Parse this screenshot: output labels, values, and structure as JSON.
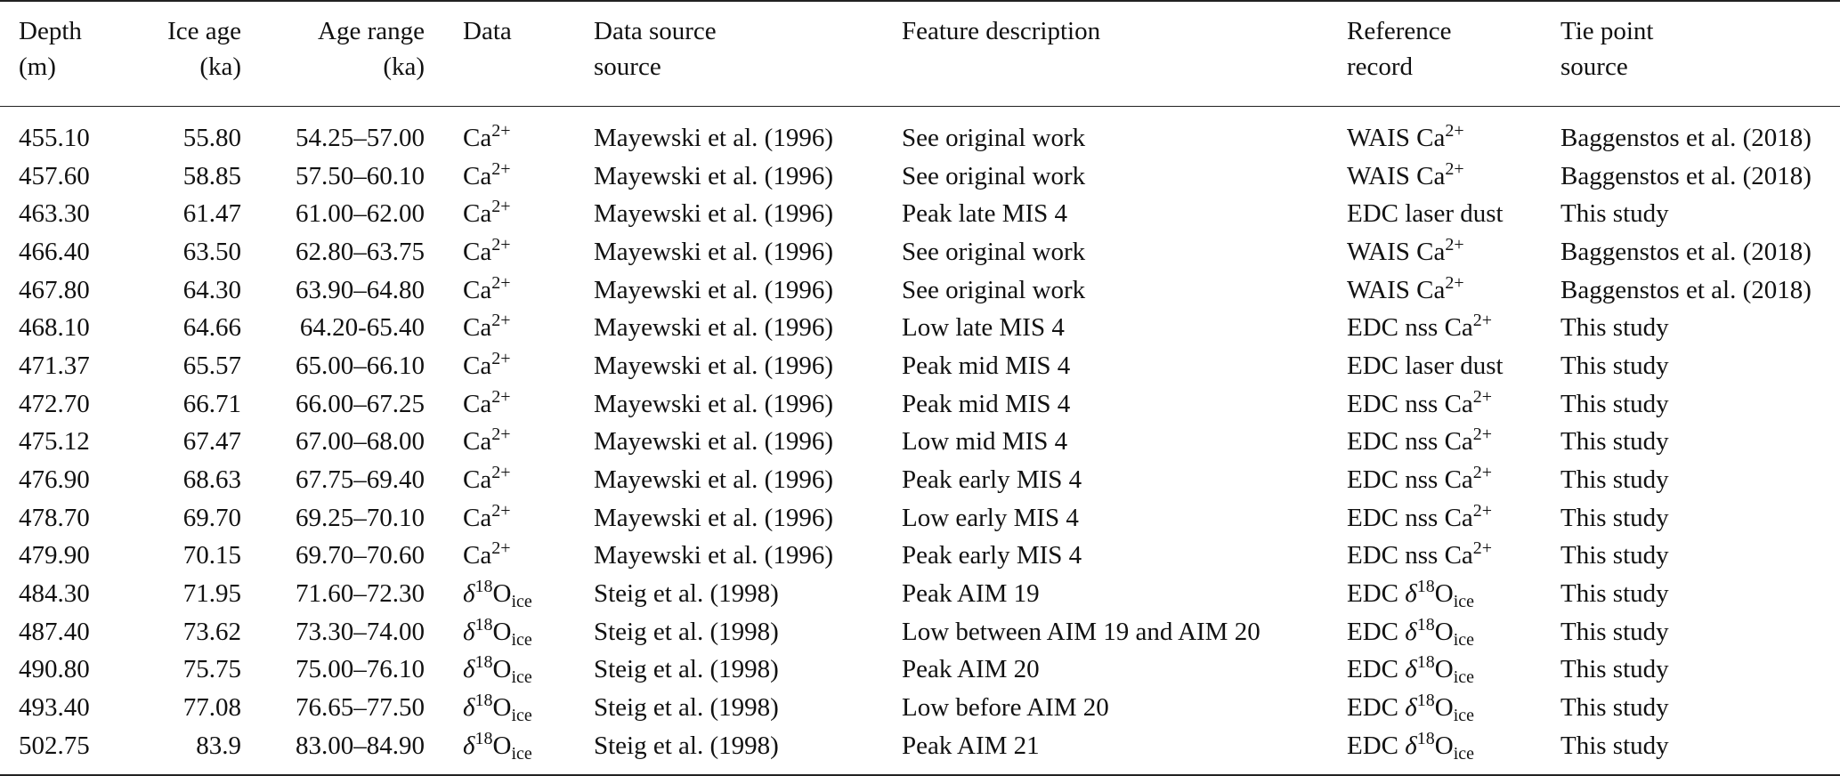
{
  "headers": {
    "depth": [
      "Depth",
      "(m)"
    ],
    "ice_age": [
      "Ice age",
      "(ka)"
    ],
    "age_range": [
      "Age range",
      "(ka)"
    ],
    "data": [
      "Data",
      ""
    ],
    "data_source": [
      "Data source",
      "source"
    ],
    "feature": [
      "Feature description",
      ""
    ],
    "reference": [
      "Reference",
      "record"
    ],
    "tie_point": [
      "Tie point",
      "source"
    ]
  },
  "rows": [
    {
      "depth": "455.10",
      "age": "55.80",
      "range": "54.25–57.00",
      "data": "Ca2+",
      "source": "Mayewski et al. (1996)",
      "feature": "See original work",
      "reference": "WAIS Ca2+",
      "tie": "Baggenstos et al. (2018)"
    },
    {
      "depth": "457.60",
      "age": "58.85",
      "range": "57.50–60.10",
      "data": "Ca2+",
      "source": "Mayewski et al. (1996)",
      "feature": "See original work",
      "reference": "WAIS Ca2+",
      "tie": "Baggenstos et al. (2018)"
    },
    {
      "depth": "463.30",
      "age": "61.47",
      "range": "61.00–62.00",
      "data": "Ca2+",
      "source": "Mayewski et al. (1996)",
      "feature": "Peak late MIS 4",
      "reference": "EDC laser dust",
      "tie": "This study"
    },
    {
      "depth": "466.40",
      "age": "63.50",
      "range": "62.80–63.75",
      "data": "Ca2+",
      "source": "Mayewski et al. (1996)",
      "feature": "See original work",
      "reference": "WAIS Ca2+",
      "tie": "Baggenstos et al. (2018)"
    },
    {
      "depth": "467.80",
      "age": "64.30",
      "range": "63.90–64.80",
      "data": "Ca2+",
      "source": "Mayewski et al. (1996)",
      "feature": "See original work",
      "reference": "WAIS Ca2+",
      "tie": "Baggenstos et al. (2018)"
    },
    {
      "depth": "468.10",
      "age": "64.66",
      "range": "64.20-65.40",
      "data": "Ca2+",
      "source": "Mayewski et al. (1996)",
      "feature": "Low late MIS 4",
      "reference": "EDC nss Ca2+",
      "tie": "This study"
    },
    {
      "depth": "471.37",
      "age": "65.57",
      "range": "65.00–66.10",
      "data": "Ca2+",
      "source": "Mayewski et al. (1996)",
      "feature": "Peak mid MIS 4",
      "reference": "EDC laser dust",
      "tie": "This study"
    },
    {
      "depth": "472.70",
      "age": "66.71",
      "range": "66.00–67.25",
      "data": "Ca2+",
      "source": "Mayewski et al. (1996)",
      "feature": "Peak mid MIS 4",
      "reference": "EDC nss Ca2+",
      "tie": "This study"
    },
    {
      "depth": "475.12",
      "age": "67.47",
      "range": "67.00–68.00",
      "data": "Ca2+",
      "source": "Mayewski et al. (1996)",
      "feature": "Low mid MIS 4",
      "reference": "EDC nss Ca2+",
      "tie": "This study"
    },
    {
      "depth": "476.90",
      "age": "68.63",
      "range": "67.75–69.40",
      "data": "Ca2+",
      "source": "Mayewski et al. (1996)",
      "feature": "Peak early MIS 4",
      "reference": "EDC nss Ca2+",
      "tie": "This study"
    },
    {
      "depth": "478.70",
      "age": "69.70",
      "range": "69.25–70.10",
      "data": "Ca2+",
      "source": "Mayewski et al. (1996)",
      "feature": "Low early MIS 4",
      "reference": "EDC nss Ca2+",
      "tie": "This study"
    },
    {
      "depth": "479.90",
      "age": "70.15",
      "range": "69.70–70.60",
      "data": "Ca2+",
      "source": "Mayewski et al. (1996)",
      "feature": "Peak early MIS 4",
      "reference": "EDC nss Ca2+",
      "tie": "This study"
    },
    {
      "depth": "484.30",
      "age": "71.95",
      "range": "71.60–72.30",
      "data": "δ18Oice",
      "source": "Steig et al. (1998)",
      "feature": "Peak AIM 19",
      "reference": "EDC δ18Oice",
      "tie": "This study"
    },
    {
      "depth": "487.40",
      "age": "73.62",
      "range": "73.30–74.00",
      "data": "δ18Oice",
      "source": "Steig et al. (1998)",
      "feature": "Low between AIM 19 and AIM 20",
      "reference": "EDC δ18Oice",
      "tie": "This study"
    },
    {
      "depth": "490.80",
      "age": "75.75",
      "range": "75.00–76.10",
      "data": "δ18Oice",
      "source": "Steig et al. (1998)",
      "feature": "Peak AIM 20",
      "reference": "EDC δ18Oice",
      "tie": "This study"
    },
    {
      "depth": "493.40",
      "age": "77.08",
      "range": "76.65–77.50",
      "data": "δ18Oice",
      "source": "Steig et al. (1998)",
      "feature": "Low before AIM 20",
      "reference": "EDC δ18Oice",
      "tie": "This study"
    },
    {
      "depth": "502.75",
      "age": "83.9",
      "range": "83.00–84.90",
      "data": "δ18Oice",
      "source": "Steig et al. (1998)",
      "feature": "Peak AIM 21",
      "reference": "EDC δ18Oice",
      "tie": "This study"
    }
  ]
}
